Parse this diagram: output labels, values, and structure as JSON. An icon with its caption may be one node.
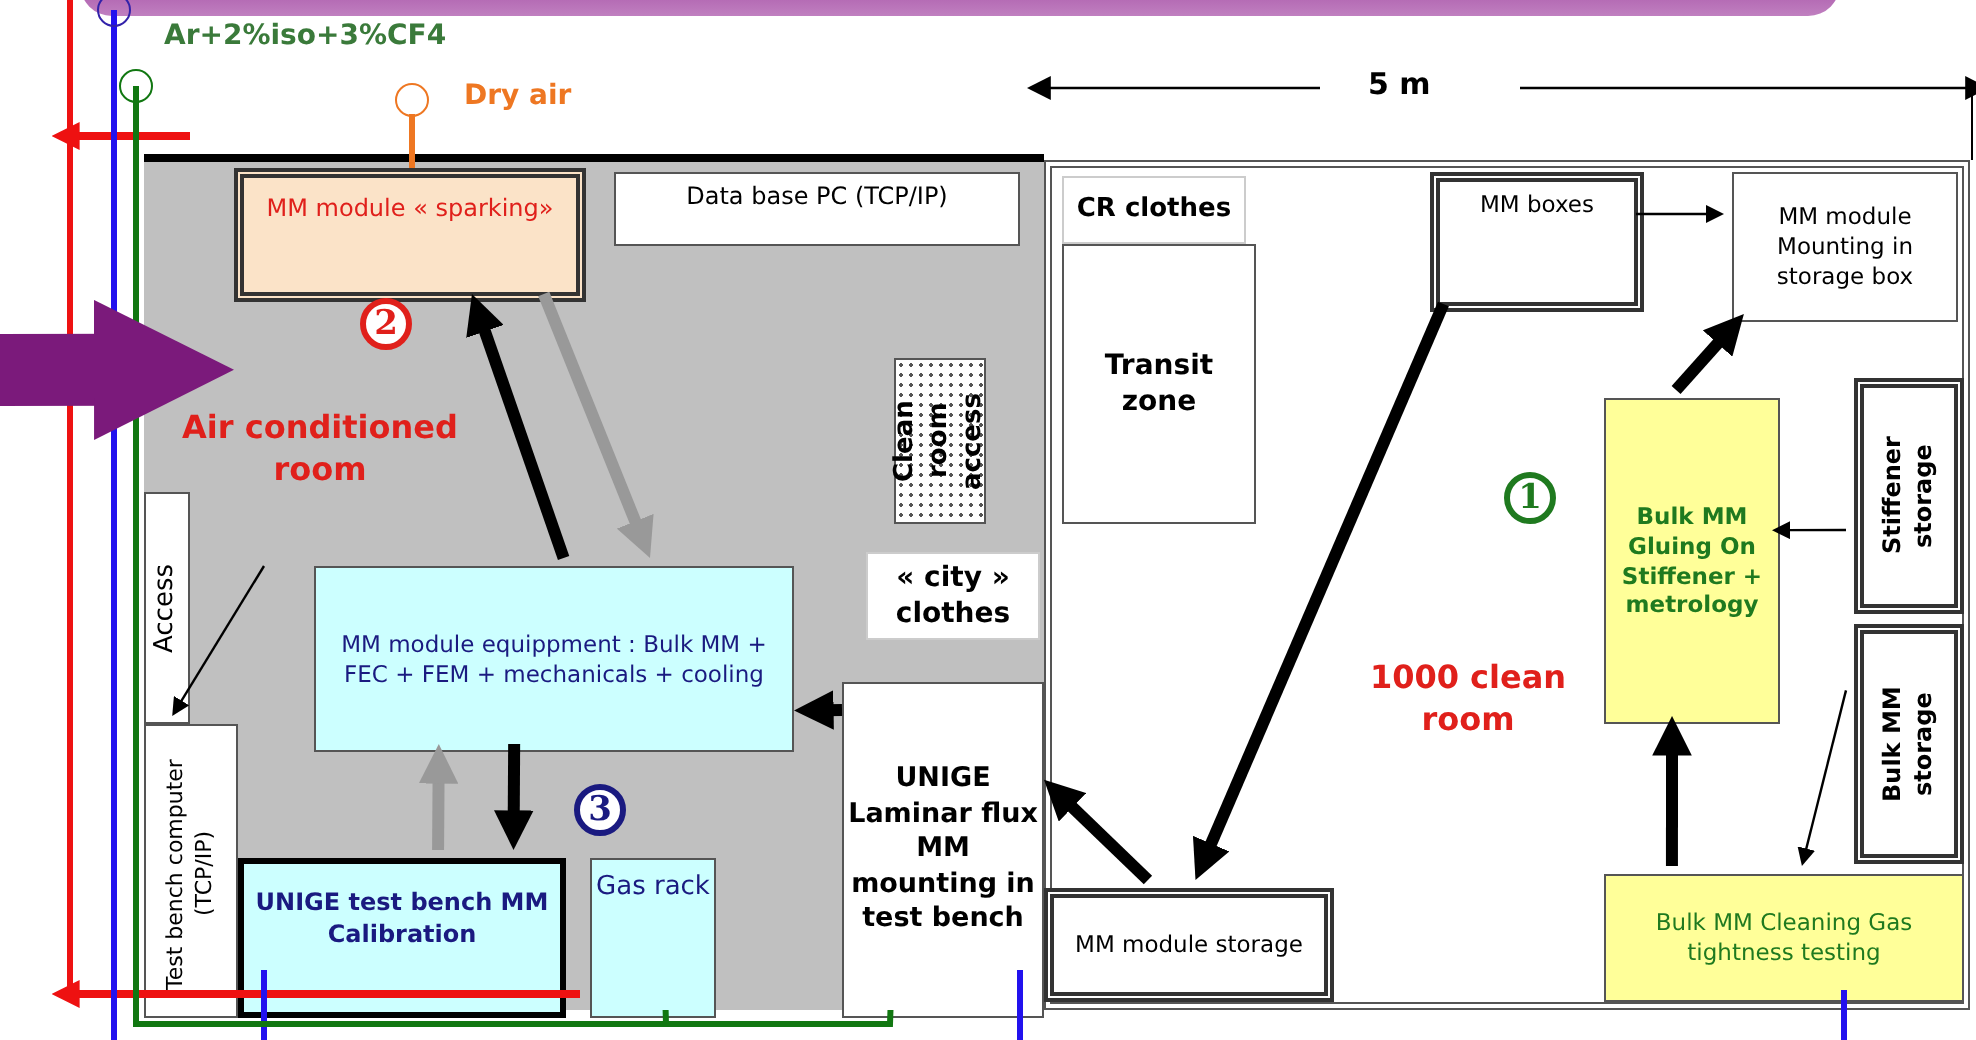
{
  "diagram": {
    "nodes": [
      {
        "text": [
          "Air conditioned room"
        ]
      },
      {
        "text": [
          "MM module « sparking»"
        ],
        "in": 0,
        "beside": [
          "2"
        ]
      },
      {
        "text": [
          "Data base PC (TCP/IP)"
        ],
        "in": 0
      },
      {
        "text": [
          "Clean room access"
        ],
        "in": 0
      },
      {
        "text": [
          "« city » clothes"
        ],
        "in": 0
      },
      {
        "text": [
          "Access"
        ],
        "in": 0
      },
      {
        "text": [
          "Test bench computer (TCP/IP)"
        ],
        "in": 0
      },
      {
        "text": [
          "MM module equippment : Bulk MM + FEC + FEM + mechanicals + cooling"
        ],
        "in": 0
      },
      {
        "text": [
          "UNIGE test bench MM Calibration"
        ],
        "in": 0,
        "beside": [
          "3"
        ]
      },
      {
        "text": [
          "Gas rack"
        ],
        "in": 0
      },
      {
        "text": [
          "UNIGE Laminar flux MM mounting in test bench"
        ],
        "in": 0
      },
      {
        "text": [
          "1000 clean room"
        ]
      },
      {
        "text": [
          "CR clothes"
        ],
        "in": 11
      },
      {
        "text": [
          "Transit zone"
        ],
        "in": 11
      },
      {
        "text": [
          "MM boxes"
        ],
        "in": 11
      },
      {
        "text": [
          "MM module Mounting in storage box"
        ],
        "in": 11
      },
      {
        "text": [
          "Bulk MM Gluing On Stiffener + metrology"
        ],
        "in": 11,
        "beside": [
          "1"
        ]
      },
      {
        "text": [
          "Stiffener storage"
        ],
        "in": 11
      },
      {
        "text": [
          "Bulk MM storage"
        ],
        "in": 11
      },
      {
        "text": [
          "Bulk MM Cleaning Gas tightness testing"
        ],
        "in": 11
      },
      {
        "text": [
          "MM module storage"
        ],
        "in": 11
      }
    ],
    "edges": [
      {
        "from": null,
        "to": 0,
        "arrow": "to",
        "style": "thick",
        "color": "#7b1a7b"
      },
      {
        "from": 7,
        "to": 1,
        "arrow": "to"
      },
      {
        "from": 1,
        "to": 7,
        "arrow": "to",
        "color": "#999999"
      },
      {
        "from": 7,
        "to": 8,
        "arrow": "to"
      },
      {
        "from": 8,
        "to": 7,
        "arrow": "to",
        "color": "#999999"
      },
      {
        "from": 10,
        "to": 7,
        "arrow": "to"
      },
      {
        "from": 20,
        "to": 10,
        "arrow": "to"
      },
      {
        "from": 14,
        "to": 20,
        "arrow": "to"
      },
      {
        "from": 14,
        "to": 15,
        "arrow": "to"
      },
      {
        "from": 16,
        "to": 15,
        "arrow": "to"
      },
      {
        "from": 19,
        "to": 16,
        "arrow": "to"
      },
      {
        "from": 17,
        "to": 16,
        "arrow": "to"
      },
      {
        "from": 18,
        "to": 19,
        "arrow": "to"
      },
      {
        "from": null,
        "to": 6,
        "arrow": "to"
      },
      {
        "from": 9,
        "to": 10,
        "arrow": "none",
        "color": "#117711"
      }
    ],
    "labels": [
      "Ar+2%iso+3%CF4",
      "Dry air",
      "5 m"
    ]
  }
}
